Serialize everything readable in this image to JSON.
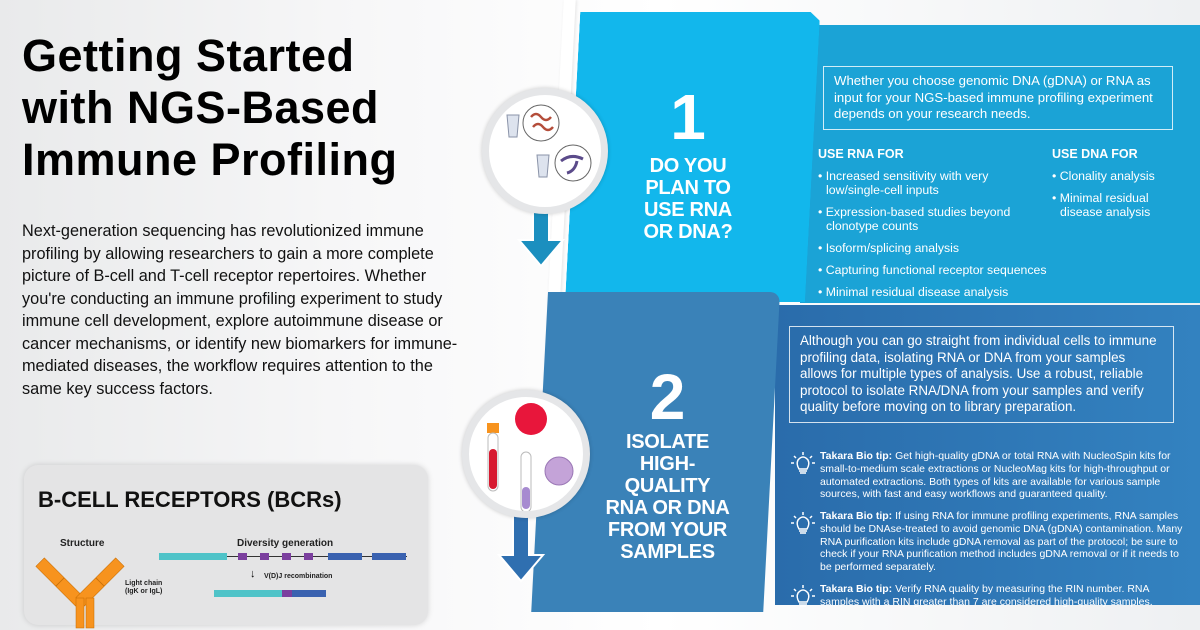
{
  "title": [
    "Getting Started",
    "with NGS-Based",
    "Immune Profiling"
  ],
  "intro": "Next-generation sequencing has revolutionized immune profiling by allowing researchers to gain a more complete picture of B-cell and T-cell receptor repertoires. Whether you're conducting an immune profiling experiment to study immune cell development, explore autoimmune disease or cancer mechanisms, or identify new biomarkers for immune-mediated diseases, the workflow requires attention to the same key success factors.",
  "bcr": {
    "heading": "B-CELL RECEPTORS (BCRs)",
    "structure": "Structure",
    "diversity": "Diversity generation",
    "recombination": "V(D)J recombination",
    "light_chain": "Light chain (IgK or IgL)"
  },
  "step1": {
    "number": "1",
    "question": [
      "DO YOU",
      "PLAN TO",
      "USE RNA",
      "OR DNA?"
    ],
    "intro": "Whether you choose genomic DNA (gDNA) or RNA as input for your NGS-based immune profiling experiment depends on your research needs.",
    "rna_heading": "USE RNA FOR",
    "rna_items": [
      "Increased sensitivity with very low/single-cell inputs",
      "Expression-based studies beyond clonotype counts",
      "Isoform/splicing analysis",
      "Capturing functional receptor sequences",
      "Minimal residual disease analysis"
    ],
    "dna_heading": "USE DNA FOR",
    "dna_items": [
      "Clonality analysis",
      "Minimal residual disease analysis"
    ]
  },
  "step2": {
    "number": "2",
    "heading": [
      "ISOLATE",
      "HIGH-",
      "QUALITY",
      "RNA OR DNA",
      "FROM YOUR",
      "SAMPLES"
    ],
    "intro": "Although you can go straight from individual cells to immune profiling data, isolating RNA or DNA from your samples allows for multiple types of analysis. Use a robust, reliable protocol to isolate RNA/DNA from your samples and verify quality before moving on to library preparation.",
    "tips": [
      {
        "label": "Takara Bio tip:",
        "text": " Get high-quality gDNA or total RNA with NucleoSpin kits for small-to-medium scale extractions or NucleoMag kits for high-throughput or automated extractions. Both types of kits are available for various sample sources, with fast and easy workflows and guaranteed quality."
      },
      {
        "label": "Takara Bio tip:",
        "text": " If using RNA for immune profiling experiments, RNA samples should be DNAse-treated to avoid genomic DNA (gDNA) contamination. Many RNA purification kits include gDNA removal as part of the protocol; be sure to check if your RNA purification method includes gDNA removal or if it needs to be performed separately."
      },
      {
        "label": "Takara Bio tip:",
        "text": " Verify RNA quality by measuring the RIN number. RNA samples with a RIN greater than 7 are considered high-quality samples."
      }
    ]
  },
  "colors": {
    "step1_panel": "#12b7ec",
    "step1_detail": "#1ba3d6",
    "step2_panel": "#3a82b8",
    "step2_detail": "#2a6cab"
  }
}
